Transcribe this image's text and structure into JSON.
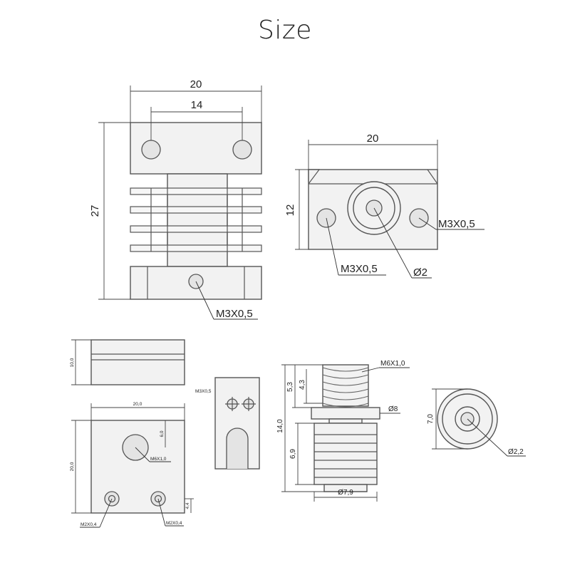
{
  "title": "Size",
  "heatsink": {
    "width_label": "20",
    "hole_spacing_label": "14",
    "height_label": "27",
    "thread_label": "M3X0,5"
  },
  "throat_block": {
    "width_label": "20",
    "height_label": "12",
    "thread_right_label": "M3X0,5",
    "thread_left_label": "M3X0,5",
    "bore_label": "Ø2"
  },
  "heater_block": {
    "side_height_label": "10,0",
    "width_label": "20,0",
    "height_label": "20,0",
    "offset_label": "6,0",
    "nozzle_thread_label": "M6X1,0",
    "bottom_offset_label": "4,4",
    "screw_left_label": "M2X0,4",
    "screw_right_label": "M2X0,4"
  },
  "clamp": {
    "thread_label": "M3X0,5"
  },
  "throat": {
    "thread_label": "M6X1,0",
    "thread_length_a": "5,3",
    "thread_length_b": "4,3",
    "total_length": "14,0",
    "lower_length": "6,9",
    "collar_diameter": "Ø8",
    "body_diameter": "Ø7,9"
  },
  "nozzle_end": {
    "height_label": "7,0",
    "bore_label": "Ø2,2"
  }
}
